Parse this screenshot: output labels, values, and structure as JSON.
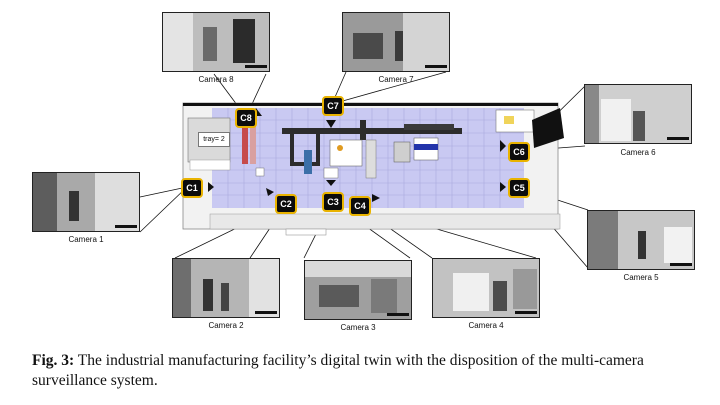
{
  "figure": {
    "tray_label": "tray= 2",
    "cameras": [
      {
        "id": "C1",
        "label": "Camera 1"
      },
      {
        "id": "C2",
        "label": "Camera 2"
      },
      {
        "id": "C3",
        "label": "Camera 3"
      },
      {
        "id": "C4",
        "label": "Camera 4"
      },
      {
        "id": "C5",
        "label": "Camera 5"
      },
      {
        "id": "C6",
        "label": "Camera 6"
      },
      {
        "id": "C7",
        "label": "Camera 7"
      },
      {
        "id": "C8",
        "label": "Camera 8"
      }
    ],
    "colors": {
      "badge_border": "#e9b300",
      "floor": "#c9c9f2",
      "frame": "#0c0c0c"
    }
  },
  "caption": {
    "prefix": "Fig. 3:",
    "text": "The industrial manufacturing facility’s digital twin with the disposition of the multi-camera surveillance system."
  }
}
